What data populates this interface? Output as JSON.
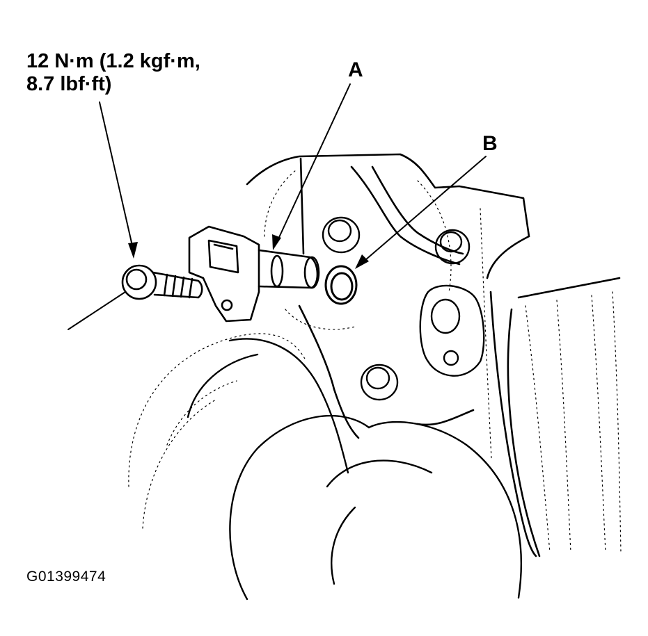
{
  "torque_spec": {
    "line1": "12 N·m (1.2 kgf·m,",
    "line2": "8.7 lbf·ft)"
  },
  "callouts": {
    "a": "A",
    "b": "B"
  },
  "figure_id": "G01399474",
  "colors": {
    "ink": "#000000",
    "background": "#ffffff"
  }
}
